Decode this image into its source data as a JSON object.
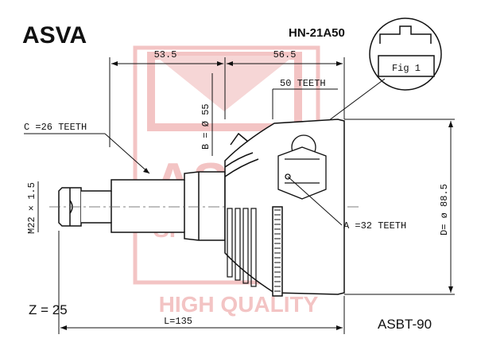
{
  "brand": "ASVA",
  "part_number": "HN-21A50",
  "catalog_code": "ASBT-90",
  "fig_label": "Fig 1",
  "dimensions": {
    "width_left": "53.5",
    "width_right": "56.5",
    "abs_teeth": "50 TEETH",
    "bearing_dia_b": "B = Ø 55",
    "spline_c": "C =26 TEETH",
    "thread": "M22 × 1.5",
    "spline_a": "A =32 TEETH",
    "outer_dia_d": "D= ø 88.5",
    "length_l": "L=135",
    "z_count": "Z = 25"
  },
  "watermark": {
    "logo_text": "ASVA",
    "sub_text": "SPRING PAR",
    "slogan": "HIGH QUALITY",
    "color": "#f3c4c4"
  },
  "colors": {
    "line": "#111111",
    "watermark": "#f3c4c4"
  }
}
